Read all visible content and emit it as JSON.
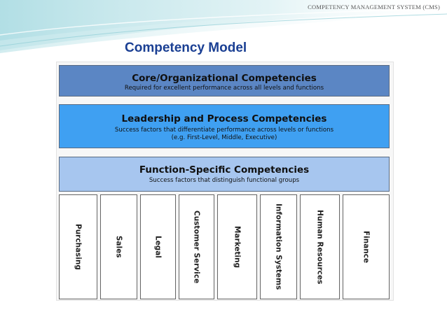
{
  "header": {
    "text": "COMPETENCY MANAGEMENT SYSTEM (CMS)"
  },
  "slide": {
    "title": "Competency Model"
  },
  "bands": {
    "core": {
      "title": "Core/Organizational Competencies",
      "subtitle": "Required for excellent performance across all levels and functions"
    },
    "leadership": {
      "title": "Leadership and Process Competencies",
      "subtitle": "Success factors that differentiate performance across levels or functions",
      "subtitle2": "(e.g. First-Level, Middle, Executive)"
    },
    "function": {
      "title": "Function-Specific Competencies",
      "subtitle": "Success factors that distinguish functional groups"
    }
  },
  "functions": [
    "Purchasing",
    "Sales",
    "Legal",
    "Customer Service",
    "Marketing",
    "Information Systems",
    "Human Resources",
    "Finance"
  ],
  "colors": {
    "title": "#1a3f93",
    "core_band": "#5b86c4",
    "leadership_band": "#3fa0f2",
    "function_band": "#a7c6ef"
  }
}
